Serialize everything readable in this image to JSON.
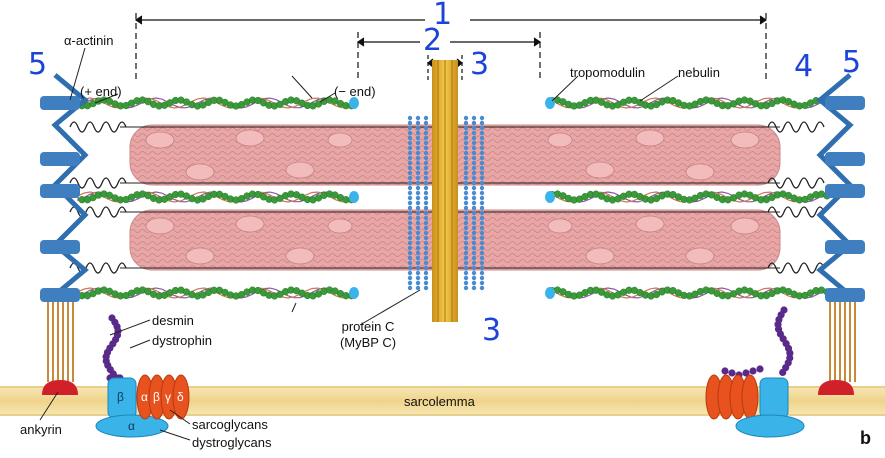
{
  "labels": {
    "alpha_actinin": "α-actinin",
    "plus_end": "(+ end)",
    "minus_end": "(− end)",
    "tropomodulin": "tropomodulin",
    "nebulin": "nebulin",
    "desmin": "desmin",
    "dystrophin": "dystrophin",
    "protein_c_line1": "protein C",
    "protein_c_line2": "(MyBP C)",
    "sarcolemma": "sarcolemma",
    "ankyrin": "ankyrin",
    "sarcoglycans": "sarcoglycans",
    "dystroglycans": "dystroglycans",
    "panel_letter": "b",
    "greek_beta": "β",
    "greek_alpha": "α",
    "sg_alpha": "α",
    "sg_beta": "β",
    "sg_gamma": "γ",
    "sg_delta": "δ"
  },
  "annotations": {
    "n1": "1",
    "n2": "2",
    "n3_top": "3",
    "n3_bottom": "3",
    "n4": "4",
    "n5_left": "5",
    "n5_right": "5"
  },
  "colors": {
    "actin_green": "#3a9a3a",
    "myosin_pink": "#e8a6a6",
    "zdisc_blue": "#3f7fc0",
    "mline_gold": "#e0b030",
    "sarcolemma": "#f2dca0",
    "annotation_blue": "#1c44d8",
    "ankyrin_red": "#d0202a",
    "sarcoglycan_orange": "#e8521e",
    "dystroglycan_cyan": "#3ab4e8",
    "dystrophin_purple": "#5a2a8a"
  }
}
